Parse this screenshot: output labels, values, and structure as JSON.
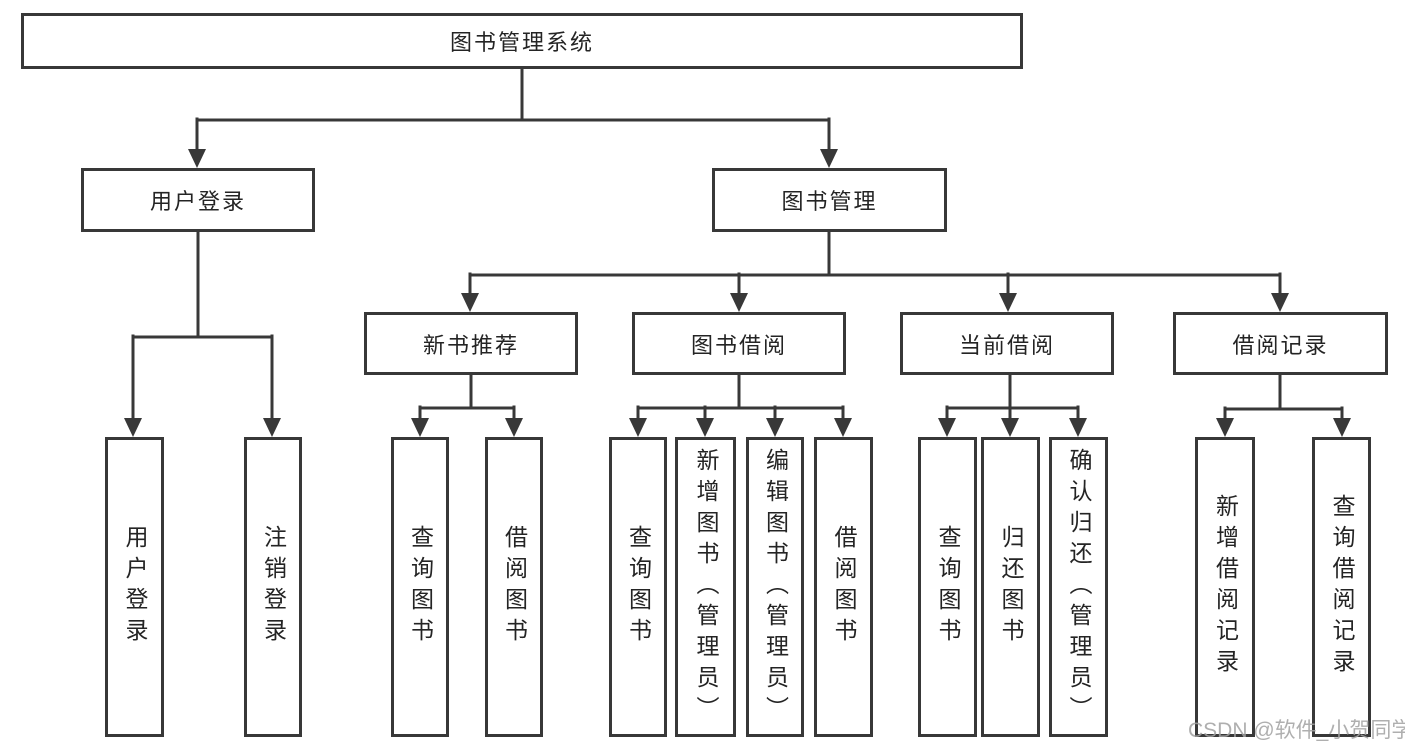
{
  "diagram": {
    "title": "图书管理系统",
    "level2": [
      {
        "label": "用户登录"
      },
      {
        "label": "图书管理"
      }
    ],
    "level3": [
      {
        "label": "新书推荐",
        "parent": "图书管理"
      },
      {
        "label": "图书借阅",
        "parent": "图书管理"
      },
      {
        "label": "当前借阅",
        "parent": "图书管理"
      },
      {
        "label": "借阅记录",
        "parent": "图书管理"
      }
    ],
    "leaves": [
      {
        "label": "用户登录",
        "parent": "用户登录"
      },
      {
        "label": "注销登录",
        "parent": "用户登录"
      },
      {
        "label": "查询图书",
        "parent": "新书推荐"
      },
      {
        "label": "借阅图书",
        "parent": "新书推荐"
      },
      {
        "label": "查询图书",
        "parent": "图书借阅"
      },
      {
        "label": "新增图书（管理员）",
        "parent": "图书借阅"
      },
      {
        "label": "编辑图书（管理员）",
        "parent": "图书借阅"
      },
      {
        "label": "借阅图书",
        "parent": "图书借阅"
      },
      {
        "label": "查询图书",
        "parent": "当前借阅"
      },
      {
        "label": "归还图书",
        "parent": "当前借阅"
      },
      {
        "label": "确认归还（管理员）",
        "parent": "当前借阅"
      },
      {
        "label": "新增借阅记录",
        "parent": "借阅记录"
      },
      {
        "label": "查询借阅记录",
        "parent": "借阅记录"
      }
    ]
  },
  "watermark": "CSDN @软件_小贺同学",
  "colors": {
    "line": "#383838",
    "text": "#242424",
    "background": "#ffffff",
    "watermark_gray": "#a2a2a2"
  }
}
